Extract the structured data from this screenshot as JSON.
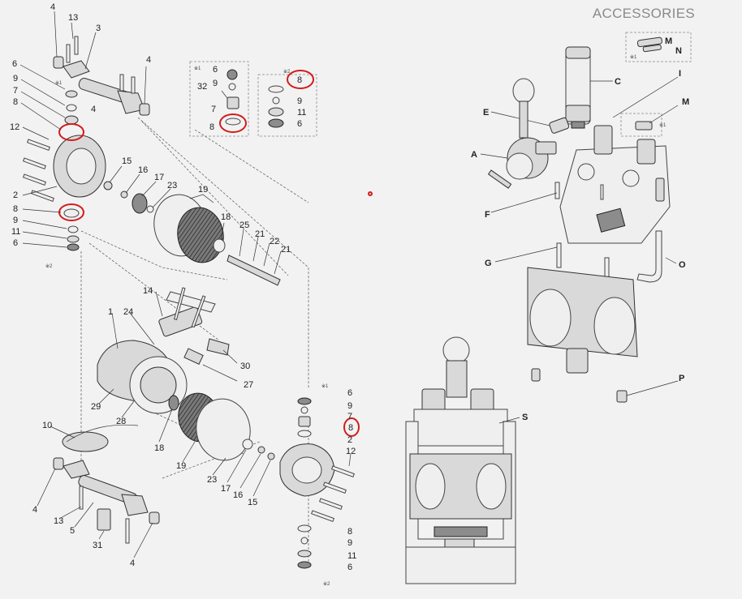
{
  "header": {
    "title": "ACCESSORIES"
  },
  "callouts": {
    "n1": "1",
    "n2": "2",
    "n3": "3",
    "n4": "4",
    "n5": "5",
    "n6": "6",
    "n7": "7",
    "n8": "8",
    "n9": "9",
    "n10": "10",
    "n11": "11",
    "n12": "12",
    "n13": "13",
    "n14": "14",
    "n15": "15",
    "n16": "16",
    "n17": "17",
    "n18": "18",
    "n19": "19",
    "n21": "21",
    "n22": "22",
    "n23": "23",
    "n24": "24",
    "n25": "25",
    "n27": "27",
    "n28": "28",
    "n29": "29",
    "n30": "30",
    "n31": "31",
    "n32": "32"
  },
  "group_marks": {
    "kit1": "※1",
    "kit2": "※2"
  },
  "accessories": {
    "A": "A",
    "C": "C",
    "E": "E",
    "F": "F",
    "G": "G",
    "I": "I",
    "M": "M",
    "N": "N",
    "O": "O",
    "P": "P",
    "S": "S"
  },
  "highlight_color": "#d21c1c"
}
